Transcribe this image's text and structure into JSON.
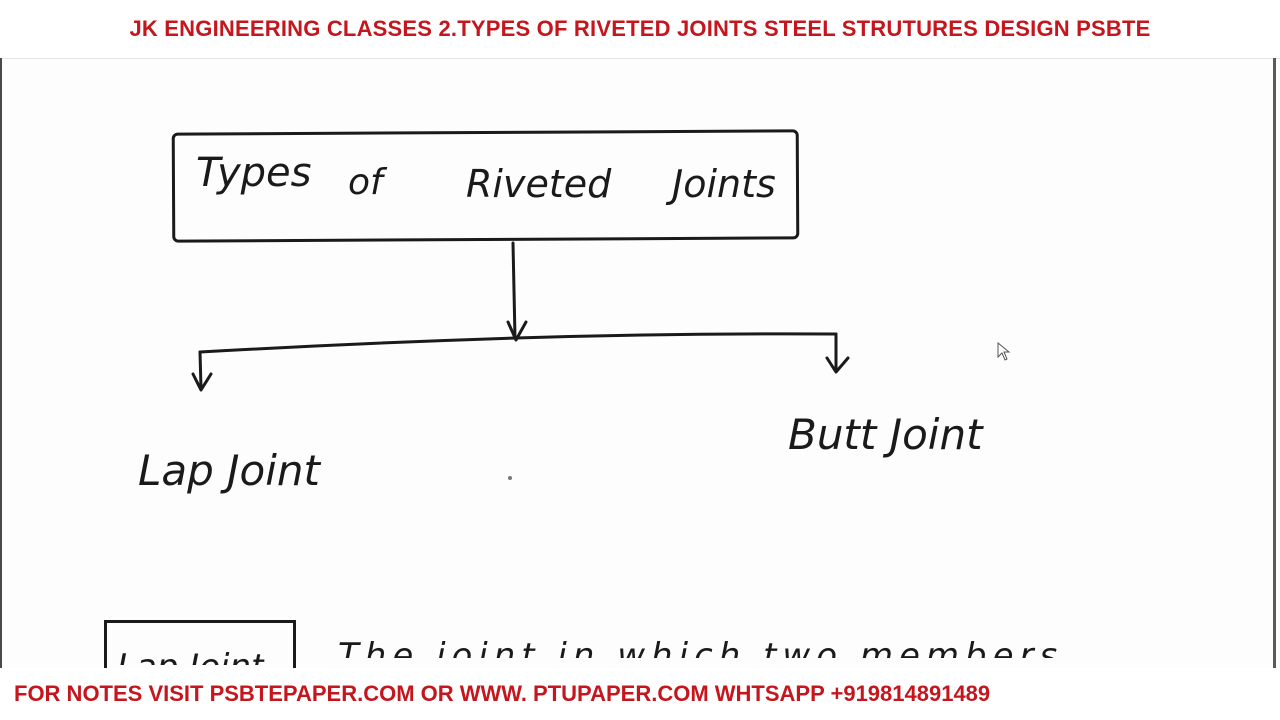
{
  "header": {
    "banner": "JK ENGINEERING CLASSES 2.TYPES OF RIVETED JOINTS STEEL STRUTURES DESIGN PSBTE"
  },
  "diagram": {
    "root": {
      "words": [
        "Types",
        "of",
        "Riveted",
        "Joints"
      ]
    },
    "children": [
      {
        "label": "Lap Joint"
      },
      {
        "label": "Butt Joint"
      }
    ]
  },
  "notes": {
    "heading_box": "Lap Joint",
    "partial_line": "The joint in which two members"
  },
  "footer": {
    "banner": "FOR NOTES VISIT PSBTEPAPER.COM OR WWW. PTUPAPER.COM WHTSAPP +919814891489"
  },
  "colors": {
    "banner_text": "#c5161d",
    "ink": "#1a1a1a",
    "paper": "#fdfdfd"
  }
}
